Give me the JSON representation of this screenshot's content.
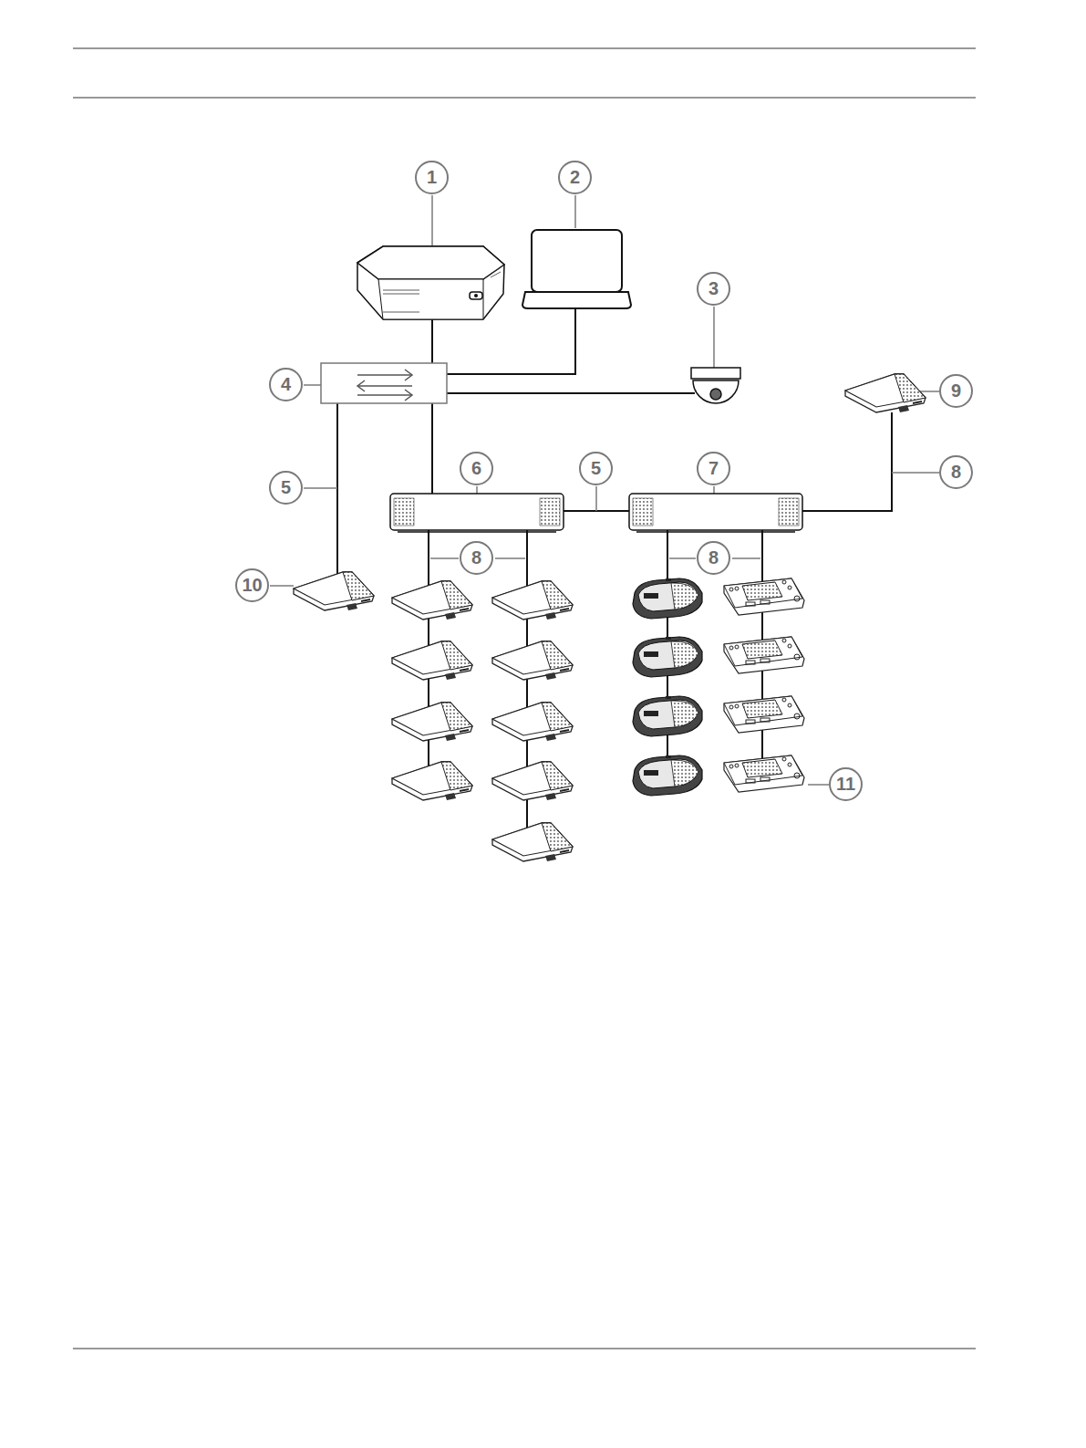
{
  "diagram": {
    "labels": [
      "1",
      "2",
      "3",
      "4",
      "9",
      "6",
      "5",
      "7",
      "5",
      "8",
      "8",
      "8",
      "10",
      "11"
    ]
  }
}
